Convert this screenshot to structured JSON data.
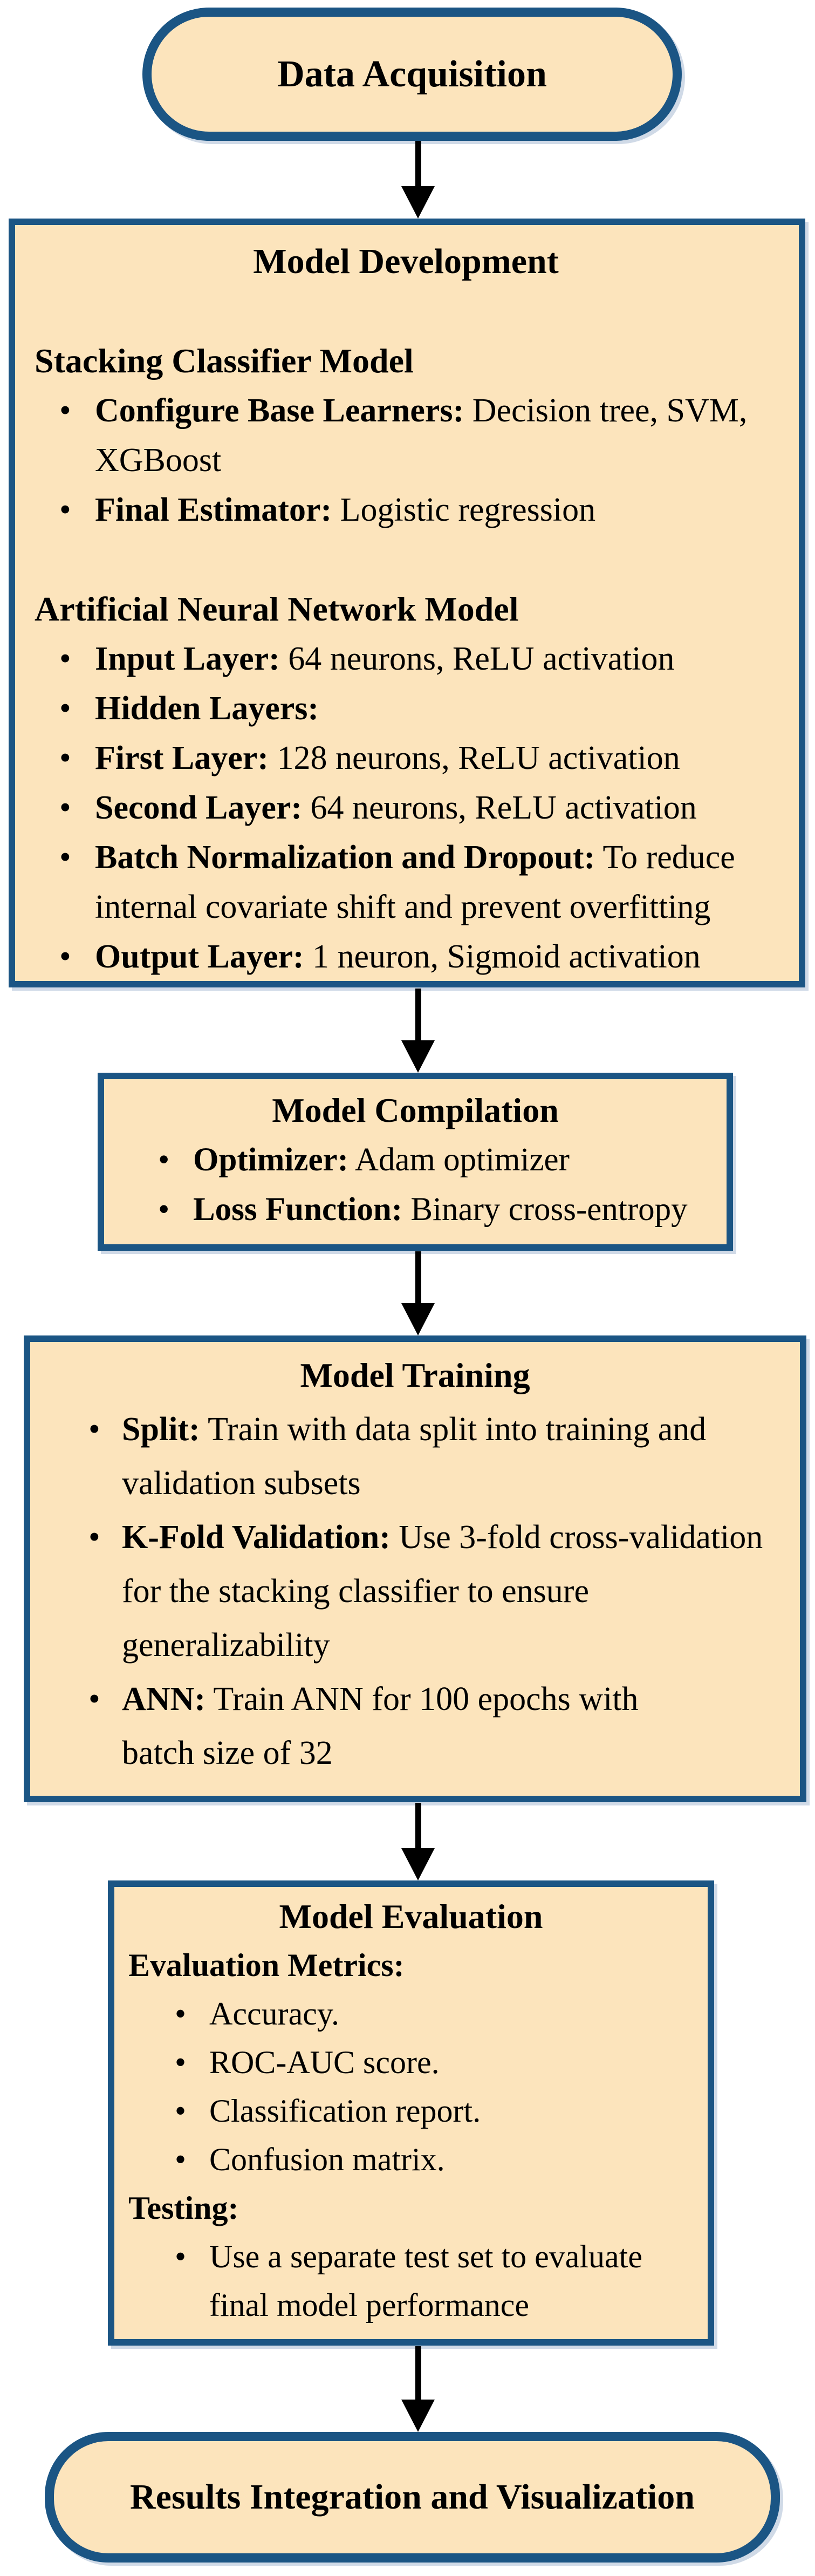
{
  "flowchart": {
    "colors": {
      "node_fill": "#FCE4BC",
      "node_border": "#1B5584",
      "arrow": "#000000",
      "text": "#000000",
      "background": "#FFFFFF"
    },
    "nodes": {
      "acquisition": {
        "label": "Data Acquisition"
      },
      "development": {
        "title": "Model Development",
        "stacking": {
          "heading": "Stacking Classifier Model",
          "bullets": [
            {
              "lead": "Configure Base Learners:",
              "text": " Decision tree, SVM, XGBoost"
            },
            {
              "lead": "Final Estimator:",
              "text": " Logistic regression"
            }
          ]
        },
        "ann": {
          "heading": "Artificial Neural Network Model",
          "bullets": [
            {
              "lead": "Input Layer:",
              "text": " 64 neurons, ReLU activation"
            },
            {
              "lead": "Hidden Layers:",
              "text": ""
            },
            {
              "lead": "First Layer:",
              "text": " 128 neurons, ReLU activation"
            },
            {
              "lead": "Second Layer:",
              "text": " 64 neurons, ReLU activation"
            },
            {
              "lead": "Batch Normalization and Dropout:",
              "text": " To reduce internal covariate shift and prevent overfitting"
            },
            {
              "lead": "Output Layer:",
              "text": " 1 neuron, Sigmoid activation"
            }
          ]
        }
      },
      "compilation": {
        "title": "Model Compilation",
        "bullets": [
          {
            "lead": "Optimizer:",
            "text": " Adam optimizer"
          },
          {
            "lead": "Loss Function:",
            "text": " Binary cross-entropy"
          }
        ]
      },
      "training": {
        "title": "Model Training",
        "bullets": [
          {
            "lead": "Split:",
            "text": " Train with data split into training and validation subsets"
          },
          {
            "lead": "K-Fold Validation:",
            "text": " Use 3-fold cross-validation for the stacking classifier to ensure generalizability"
          },
          {
            "lead": "ANN:",
            "text": " Train ANN for 100 epochs with batch size of 32"
          }
        ]
      },
      "evaluation": {
        "title": "Model Evaluation",
        "metrics_heading": {
          "lead": "Evaluation Metrics",
          "text": ":"
        },
        "metrics": [
          "Accuracy.",
          "ROC-AUC score.",
          "Classification report.",
          "Confusion matrix."
        ],
        "testing_heading": {
          "lead": "Testing",
          "text": ":"
        },
        "testing_bullets": [
          "Use a separate test set to evaluate final model performance"
        ]
      },
      "results": {
        "label": "Results Integration and Visualization"
      }
    }
  }
}
